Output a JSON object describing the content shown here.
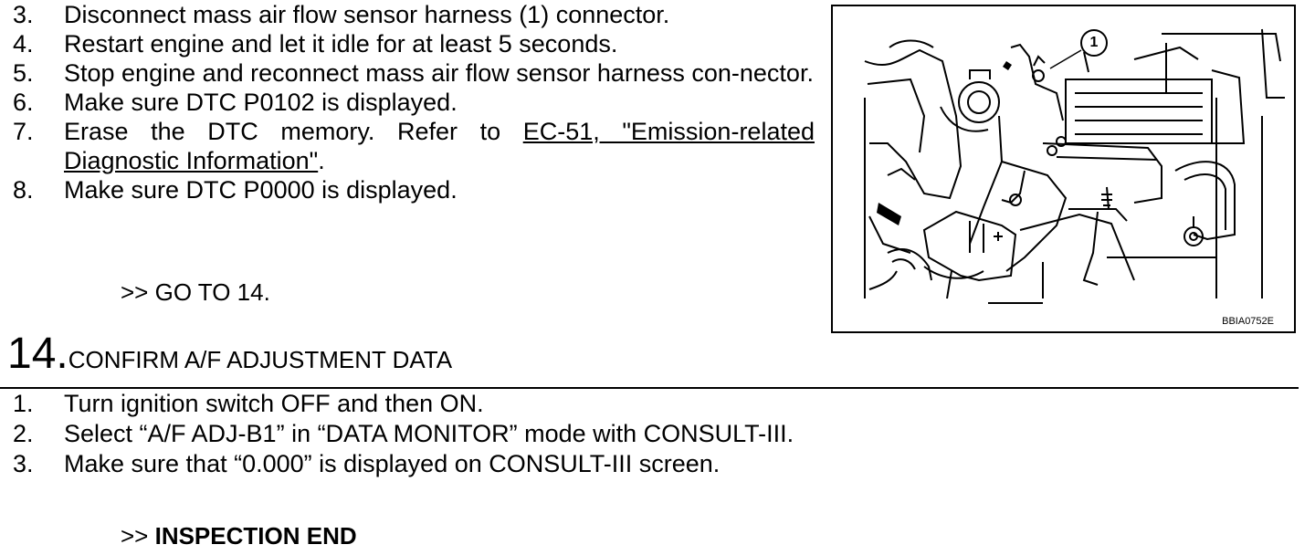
{
  "steps_top": [
    {
      "num": "3.",
      "text": "Disconnect mass air flow sensor harness (1) connector."
    },
    {
      "num": "4.",
      "text": "Restart engine and let it idle for at least 5 seconds."
    },
    {
      "num": "5.",
      "text": "Stop engine and reconnect mass air flow sensor harness con-nector."
    },
    {
      "num": "6.",
      "text": "Make sure DTC P0102 is displayed."
    },
    {
      "num": "7.",
      "text_before": "Erase the DTC memory. Refer to ",
      "link": "EC-51, \"Emission-related Diagnostic Information\"",
      "text_after": "."
    },
    {
      "num": "8.",
      "text": "Make sure DTC P0000 is displayed."
    }
  ],
  "goto_top": ">> GO TO 14.",
  "figure": {
    "callout": "1",
    "id": "BBIA0752E"
  },
  "section": {
    "number": "14.",
    "title": "CONFIRM A/F ADJUSTMENT DATA"
  },
  "steps_bottom": [
    {
      "num": "1.",
      "text": "Turn ignition switch OFF and then ON."
    },
    {
      "num": "2.",
      "text": "Select “A/F ADJ-B1” in “DATA MONITOR” mode with CONSULT-III."
    },
    {
      "num": "3.",
      "text": "Make sure that “0.000” is displayed on CONSULT-III screen."
    }
  ],
  "goto_bottom": {
    "prefix": ">> ",
    "text": "INSPECTION END"
  }
}
